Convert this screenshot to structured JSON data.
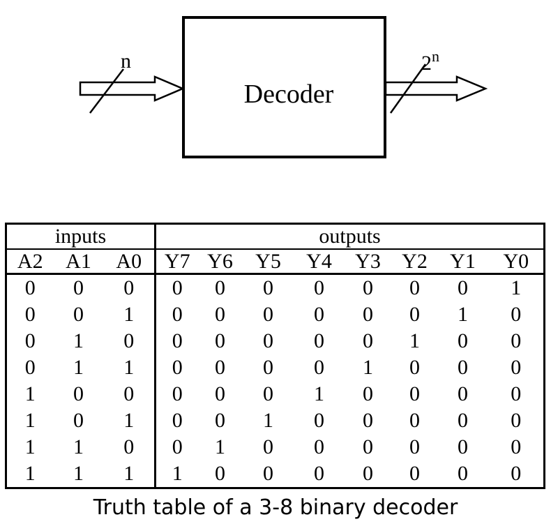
{
  "diagram": {
    "block_label": "Decoder",
    "input_width": "n",
    "output_width_base": "2",
    "output_width_exp": "n"
  },
  "table": {
    "groups": [
      "inputs",
      "outputs"
    ],
    "input_columns": [
      "A2",
      "A1",
      "A0"
    ],
    "output_columns": [
      "Y7",
      "Y6",
      "Y5",
      "Y4",
      "Y3",
      "Y2",
      "Y1",
      "Y0"
    ],
    "rows": [
      {
        "inputs": [
          "0",
          "0",
          "0"
        ],
        "outputs": [
          "0",
          "0",
          "0",
          "0",
          "0",
          "0",
          "0",
          "1"
        ]
      },
      {
        "inputs": [
          "0",
          "0",
          "1"
        ],
        "outputs": [
          "0",
          "0",
          "0",
          "0",
          "0",
          "0",
          "1",
          "0"
        ]
      },
      {
        "inputs": [
          "0",
          "1",
          "0"
        ],
        "outputs": [
          "0",
          "0",
          "0",
          "0",
          "0",
          "1",
          "0",
          "0"
        ]
      },
      {
        "inputs": [
          "0",
          "1",
          "1"
        ],
        "outputs": [
          "0",
          "0",
          "0",
          "0",
          "1",
          "0",
          "0",
          "0"
        ]
      },
      {
        "inputs": [
          "1",
          "0",
          "0"
        ],
        "outputs": [
          "0",
          "0",
          "0",
          "1",
          "0",
          "0",
          "0",
          "0"
        ]
      },
      {
        "inputs": [
          "1",
          "0",
          "1"
        ],
        "outputs": [
          "0",
          "0",
          "1",
          "0",
          "0",
          "0",
          "0",
          "0"
        ]
      },
      {
        "inputs": [
          "1",
          "1",
          "0"
        ],
        "outputs": [
          "0",
          "1",
          "0",
          "0",
          "0",
          "0",
          "0",
          "0"
        ]
      },
      {
        "inputs": [
          "1",
          "1",
          "1"
        ],
        "outputs": [
          "1",
          "0",
          "0",
          "0",
          "0",
          "0",
          "0",
          "0"
        ]
      }
    ]
  },
  "caption": "Truth table of a 3-8 binary decoder"
}
